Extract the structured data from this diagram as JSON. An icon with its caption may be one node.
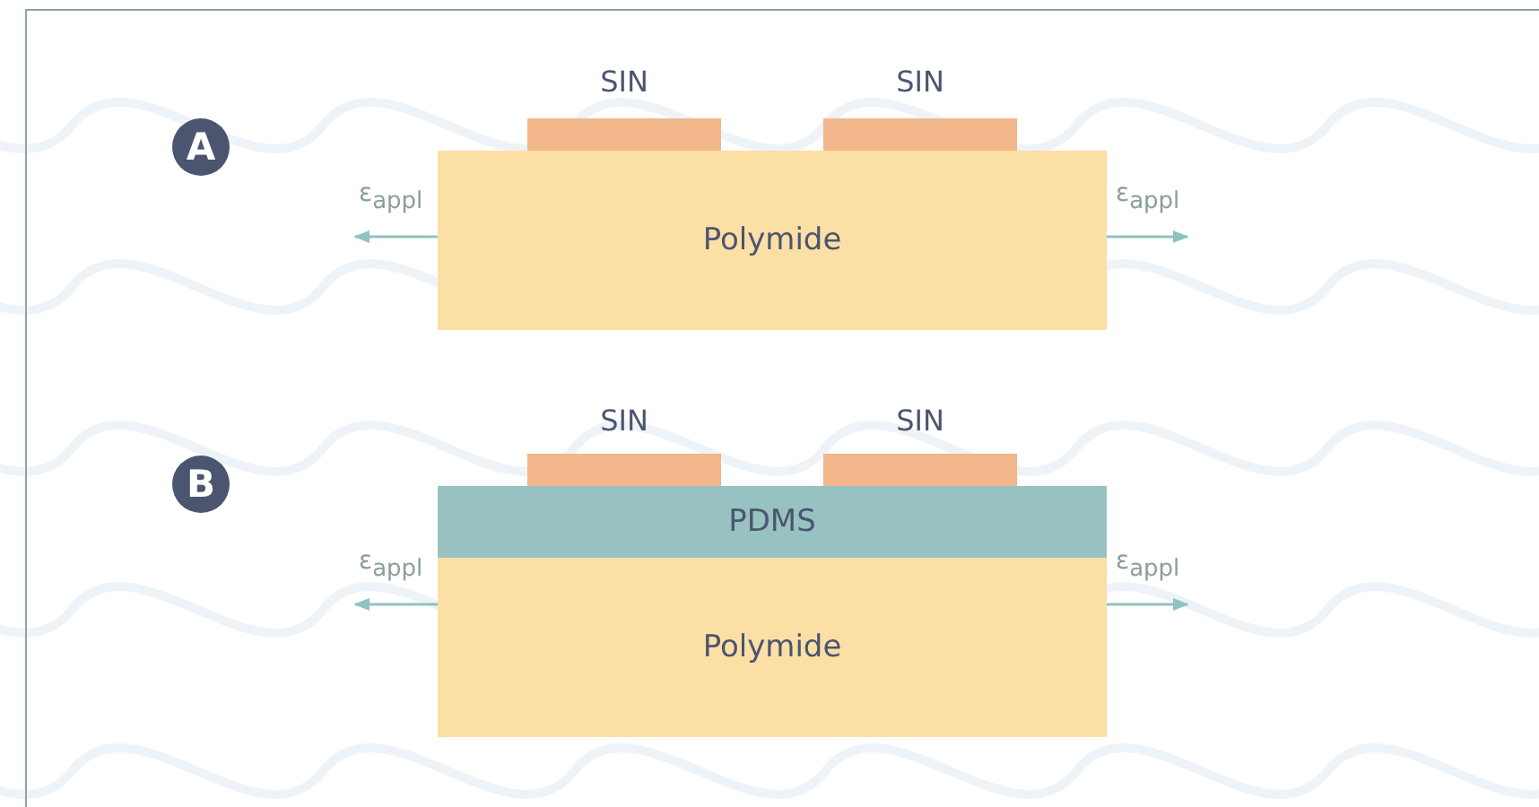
{
  "diagram": {
    "nodes": [
      {
        "text": [
          "A"
        ]
      },
      {
        "text": [
          "SIN"
        ]
      },
      {
        "text": [
          "SIN"
        ]
      },
      {
        "text": [
          "Polymide"
        ]
      },
      {
        "text": [
          "B"
        ]
      },
      {
        "text": [
          "SIN"
        ]
      },
      {
        "text": [
          "SIN"
        ]
      },
      {
        "text": [
          "PDMS"
        ]
      },
      {
        "text": [
          "Polymide"
        ]
      }
    ],
    "edges": [
      {
        "from": 3,
        "to": null,
        "arrow": "to",
        "label": "ε$_{appl}$"
      },
      {
        "from": 3,
        "to": null,
        "arrow": "to",
        "label": "ε$_{appl}$"
      },
      {
        "from": 8,
        "to": null,
        "arrow": "to",
        "label": "ε$_{appl}$"
      },
      {
        "from": 8,
        "to": null,
        "arrow": "to",
        "label": "ε$_{appl}$"
      }
    ]
  }
}
